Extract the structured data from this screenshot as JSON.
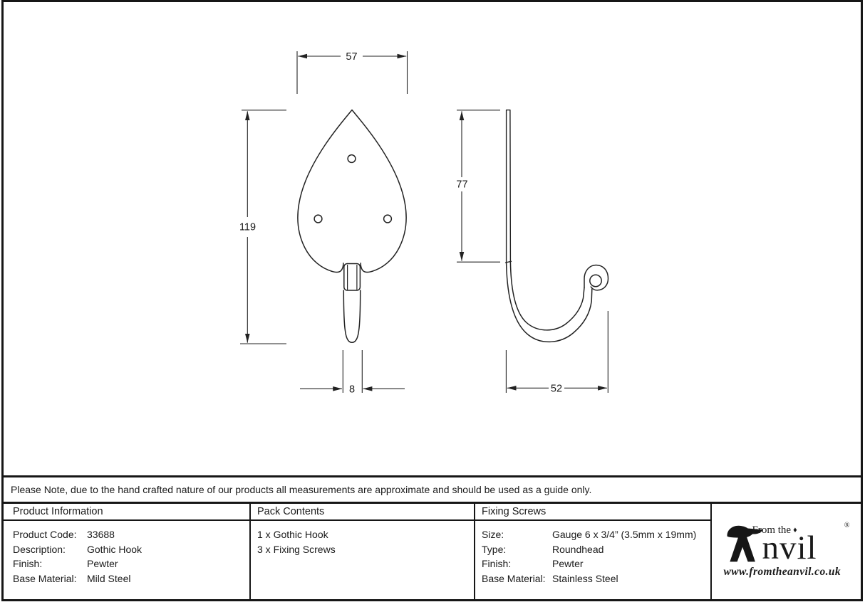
{
  "colors": {
    "ink": "#1a1a1a",
    "line": "#222222",
    "background": "#ffffff"
  },
  "note": "Please Note, due to the hand crafted nature of our products all measurements are approximate and should be used as a guide only.",
  "drawing": {
    "front_view": {
      "width_mm": "57",
      "height_mm": "119",
      "stem_width_mm": "8"
    },
    "side_view": {
      "plate_height_mm": "77",
      "hook_depth_mm": "52"
    }
  },
  "table": {
    "product_information": {
      "header": "Product Information",
      "rows": [
        {
          "label": "Product Code:",
          "value": "33688"
        },
        {
          "label": "Description:",
          "value": "Gothic Hook"
        },
        {
          "label": "Finish:",
          "value": "Pewter"
        },
        {
          "label": "Base Material:",
          "value": "Mild Steel"
        }
      ]
    },
    "pack_contents": {
      "header": "Pack Contents",
      "items": [
        "1 x Gothic Hook",
        "3 x Fixing Screws"
      ]
    },
    "fixing_screws": {
      "header": "Fixing Screws",
      "rows": [
        {
          "label": "Size:",
          "value": "Gauge 6 x 3/4” (3.5mm x 19mm)"
        },
        {
          "label": "Type:",
          "value": "Roundhead"
        },
        {
          "label": "Finish:",
          "value": "Pewter"
        },
        {
          "label": "Base Material:",
          "value": "Stainless Steel"
        }
      ]
    }
  },
  "logo": {
    "from_the": "From the",
    "diamond": "♦",
    "brand_rest": "nvil",
    "registered": "®",
    "website": "www.fromtheanvil.co.uk"
  }
}
